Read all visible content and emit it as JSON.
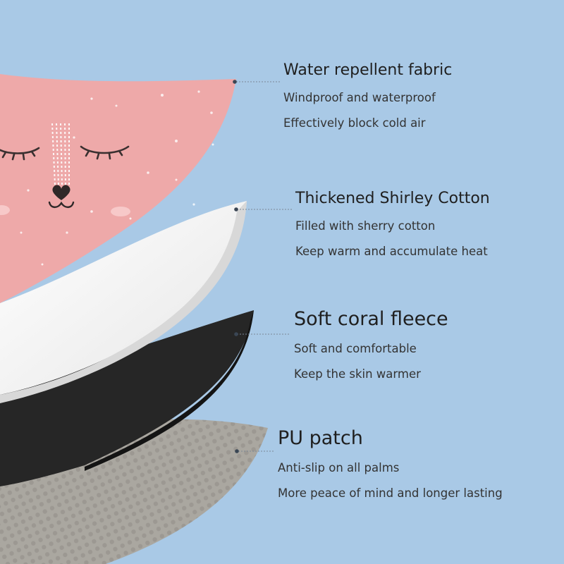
{
  "colors": {
    "background": "#a9c9e6",
    "pink_layer": "#eea9a9",
    "white_layer": "#f7f7f7",
    "black_layer": "#262626",
    "pu_layer": "#aaa7a0",
    "leader_line": "#7a8796"
  },
  "layers": [
    {
      "title": "Water repellent fabric",
      "lines": [
        "Windproof and waterproof",
        "Effectively block cold air"
      ]
    },
    {
      "title": "Thickened Shirley Cotton",
      "lines": [
        "Filled with sherry cotton",
        "Keep warm and accumulate heat"
      ]
    },
    {
      "title": "Soft coral fleece",
      "lines": [
        "Soft and comfortable",
        "Keep the skin warmer"
      ]
    },
    {
      "title": "PU patch",
      "lines": [
        "Anti-slip on all palms",
        "More peace of mind and longer lasting"
      ]
    }
  ],
  "illustration": {
    "face_features": [
      "closed-eye-left-icon",
      "closed-eye-right-icon",
      "nose-heart-icon",
      "mouth-icon",
      "cheek-blush-icon"
    ]
  }
}
